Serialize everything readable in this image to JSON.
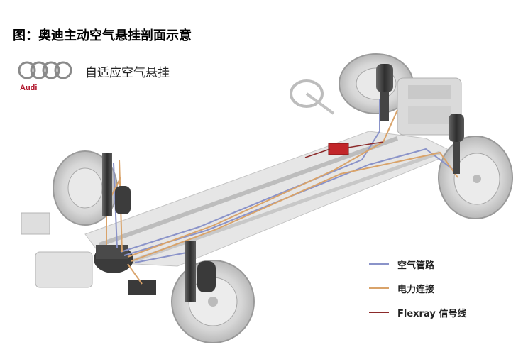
{
  "page": {
    "title": "图：奥迪主动空气悬挂剖面示意"
  },
  "brand": {
    "name": "Audi",
    "subtitle": "自适应空气悬挂"
  },
  "legend": {
    "items": [
      {
        "label": "空气管路",
        "color": "#8a93c9"
      },
      {
        "label": "电力连接",
        "color": "#d9a36a"
      },
      {
        "label": "Flexray 信号线",
        "color": "#8b2a2a"
      }
    ]
  },
  "colors": {
    "brand_red": "#b0142a",
    "chassis_gray": "#cfcfcf",
    "line_air": "#8a93c9",
    "line_power": "#d9a36a",
    "line_signal": "#8b2a2a"
  }
}
